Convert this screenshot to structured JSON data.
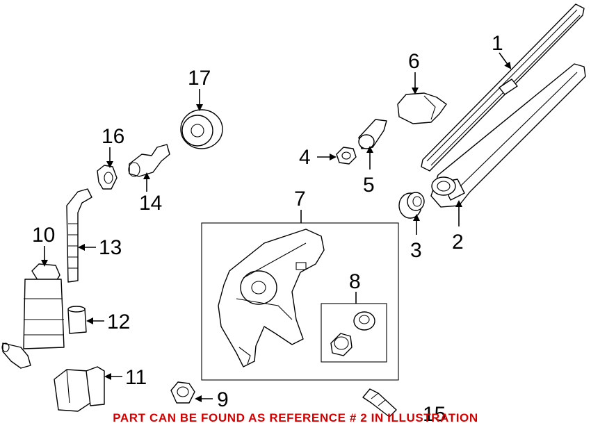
{
  "callouts": [
    {
      "id": "1",
      "label": "1"
    },
    {
      "id": "2",
      "label": "2"
    },
    {
      "id": "3",
      "label": "3"
    },
    {
      "id": "4",
      "label": "4"
    },
    {
      "id": "5",
      "label": "5"
    },
    {
      "id": "6",
      "label": "6"
    },
    {
      "id": "7",
      "label": "7"
    },
    {
      "id": "8",
      "label": "8"
    },
    {
      "id": "9",
      "label": "9"
    },
    {
      "id": "10",
      "label": "10"
    },
    {
      "id": "11",
      "label": "11"
    },
    {
      "id": "12",
      "label": "12"
    },
    {
      "id": "13",
      "label": "13"
    },
    {
      "id": "14",
      "label": "14"
    },
    {
      "id": "15",
      "label": "15"
    },
    {
      "id": "16",
      "label": "16"
    },
    {
      "id": "17",
      "label": "17"
    }
  ],
  "footer": {
    "text": "PART CAN BE FOUND AS REFERENCE # 2 IN ILLUSTRATION",
    "color": "#d40000"
  }
}
